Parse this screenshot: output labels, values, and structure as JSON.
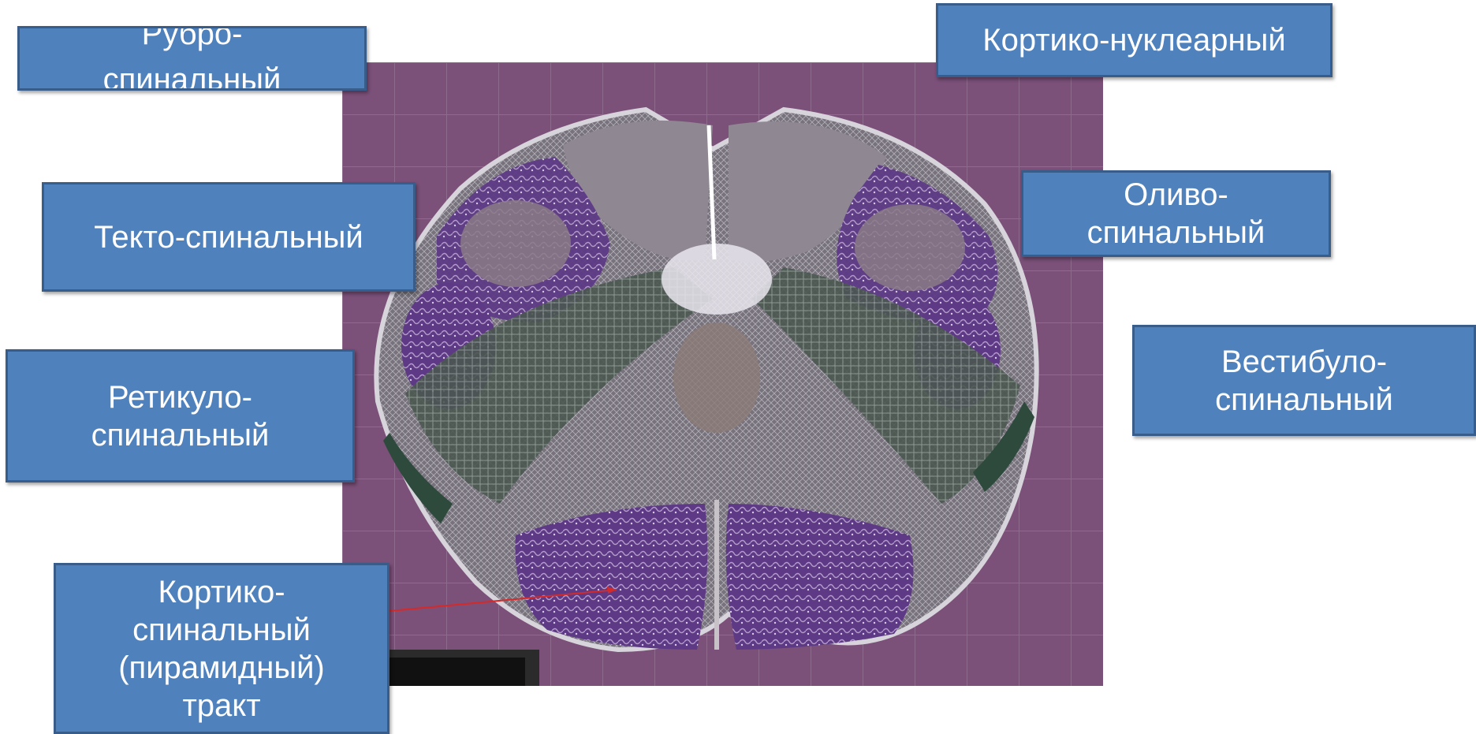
{
  "labels": {
    "rubro": "Рубро-\nспинальный",
    "cortico_nuclear": "Кортико-нуклеарный",
    "tecto": "Текто-спинальный",
    "olivo": "Оливо-\nспинальный",
    "vestibulo": "Вестибуло-\nспинальный",
    "reticulo": "Ретикуло-\nспинальный",
    "cortico_spinal": "Кортико-\nспинальный\n(пирамидный)\nтракт"
  },
  "colors": {
    "label_fill": "#4f81bd",
    "label_border": "#385d8a",
    "background_grid": "#7a4f78",
    "section_purple": "#6a3d8f",
    "section_gray": "#8f8892",
    "pointer": "#d42a2a"
  }
}
